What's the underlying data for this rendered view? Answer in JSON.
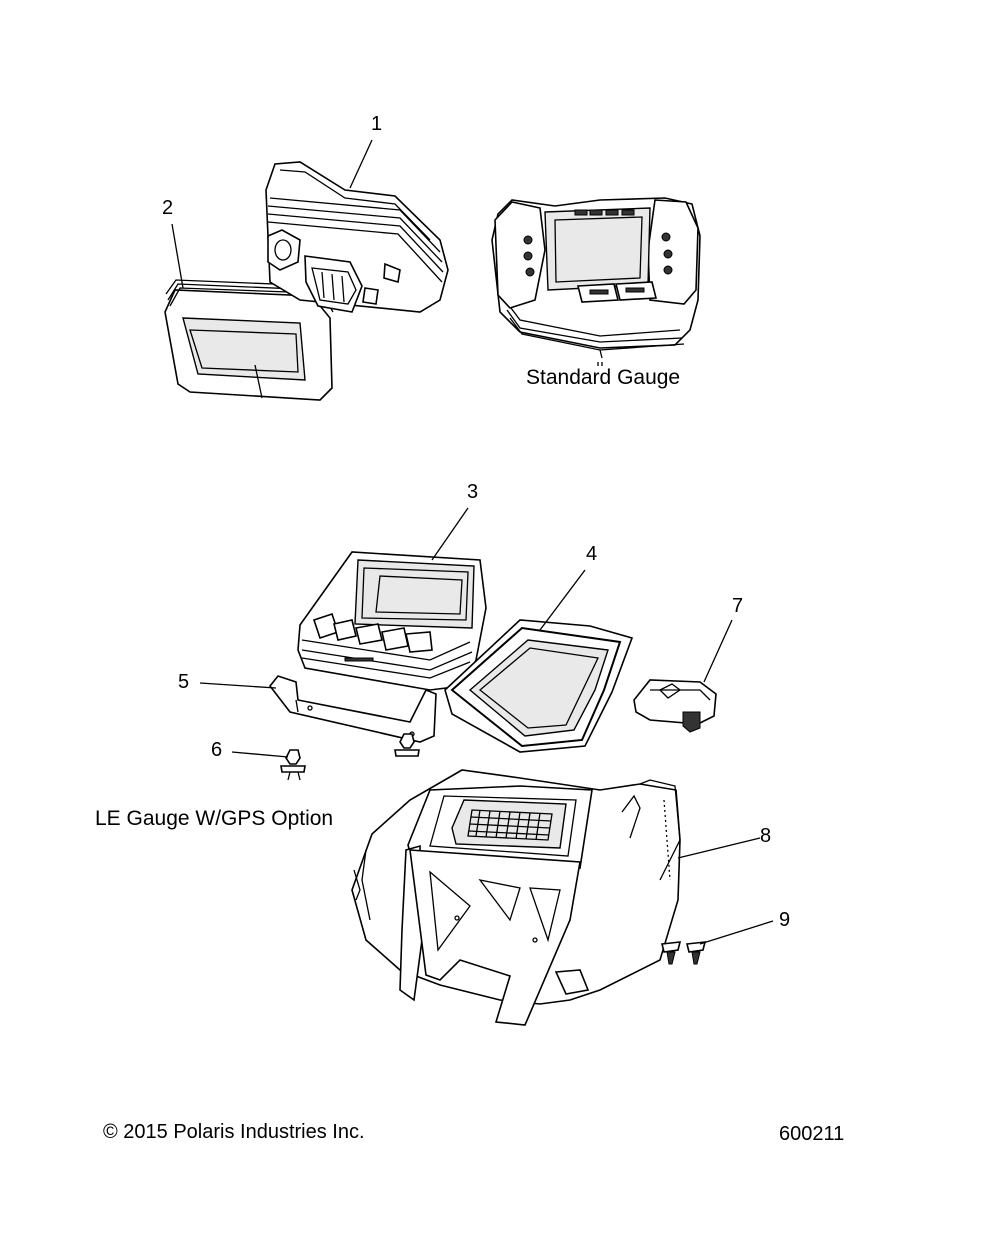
{
  "callouts": [
    {
      "id": "1",
      "label": "1"
    },
    {
      "id": "2",
      "label": "2"
    },
    {
      "id": "3",
      "label": "3"
    },
    {
      "id": "4",
      "label": "4"
    },
    {
      "id": "5",
      "label": "5"
    },
    {
      "id": "6",
      "label": "6"
    },
    {
      "id": "7",
      "label": "7"
    },
    {
      "id": "8",
      "label": "8"
    },
    {
      "id": "9",
      "label": "9"
    }
  ],
  "captions": {
    "standard": "Standard Gauge",
    "le": "LE Gauge W/GPS Option"
  },
  "footer": {
    "copyright": "© 2015 Polaris Industries Inc.",
    "figure_number": "600211"
  }
}
